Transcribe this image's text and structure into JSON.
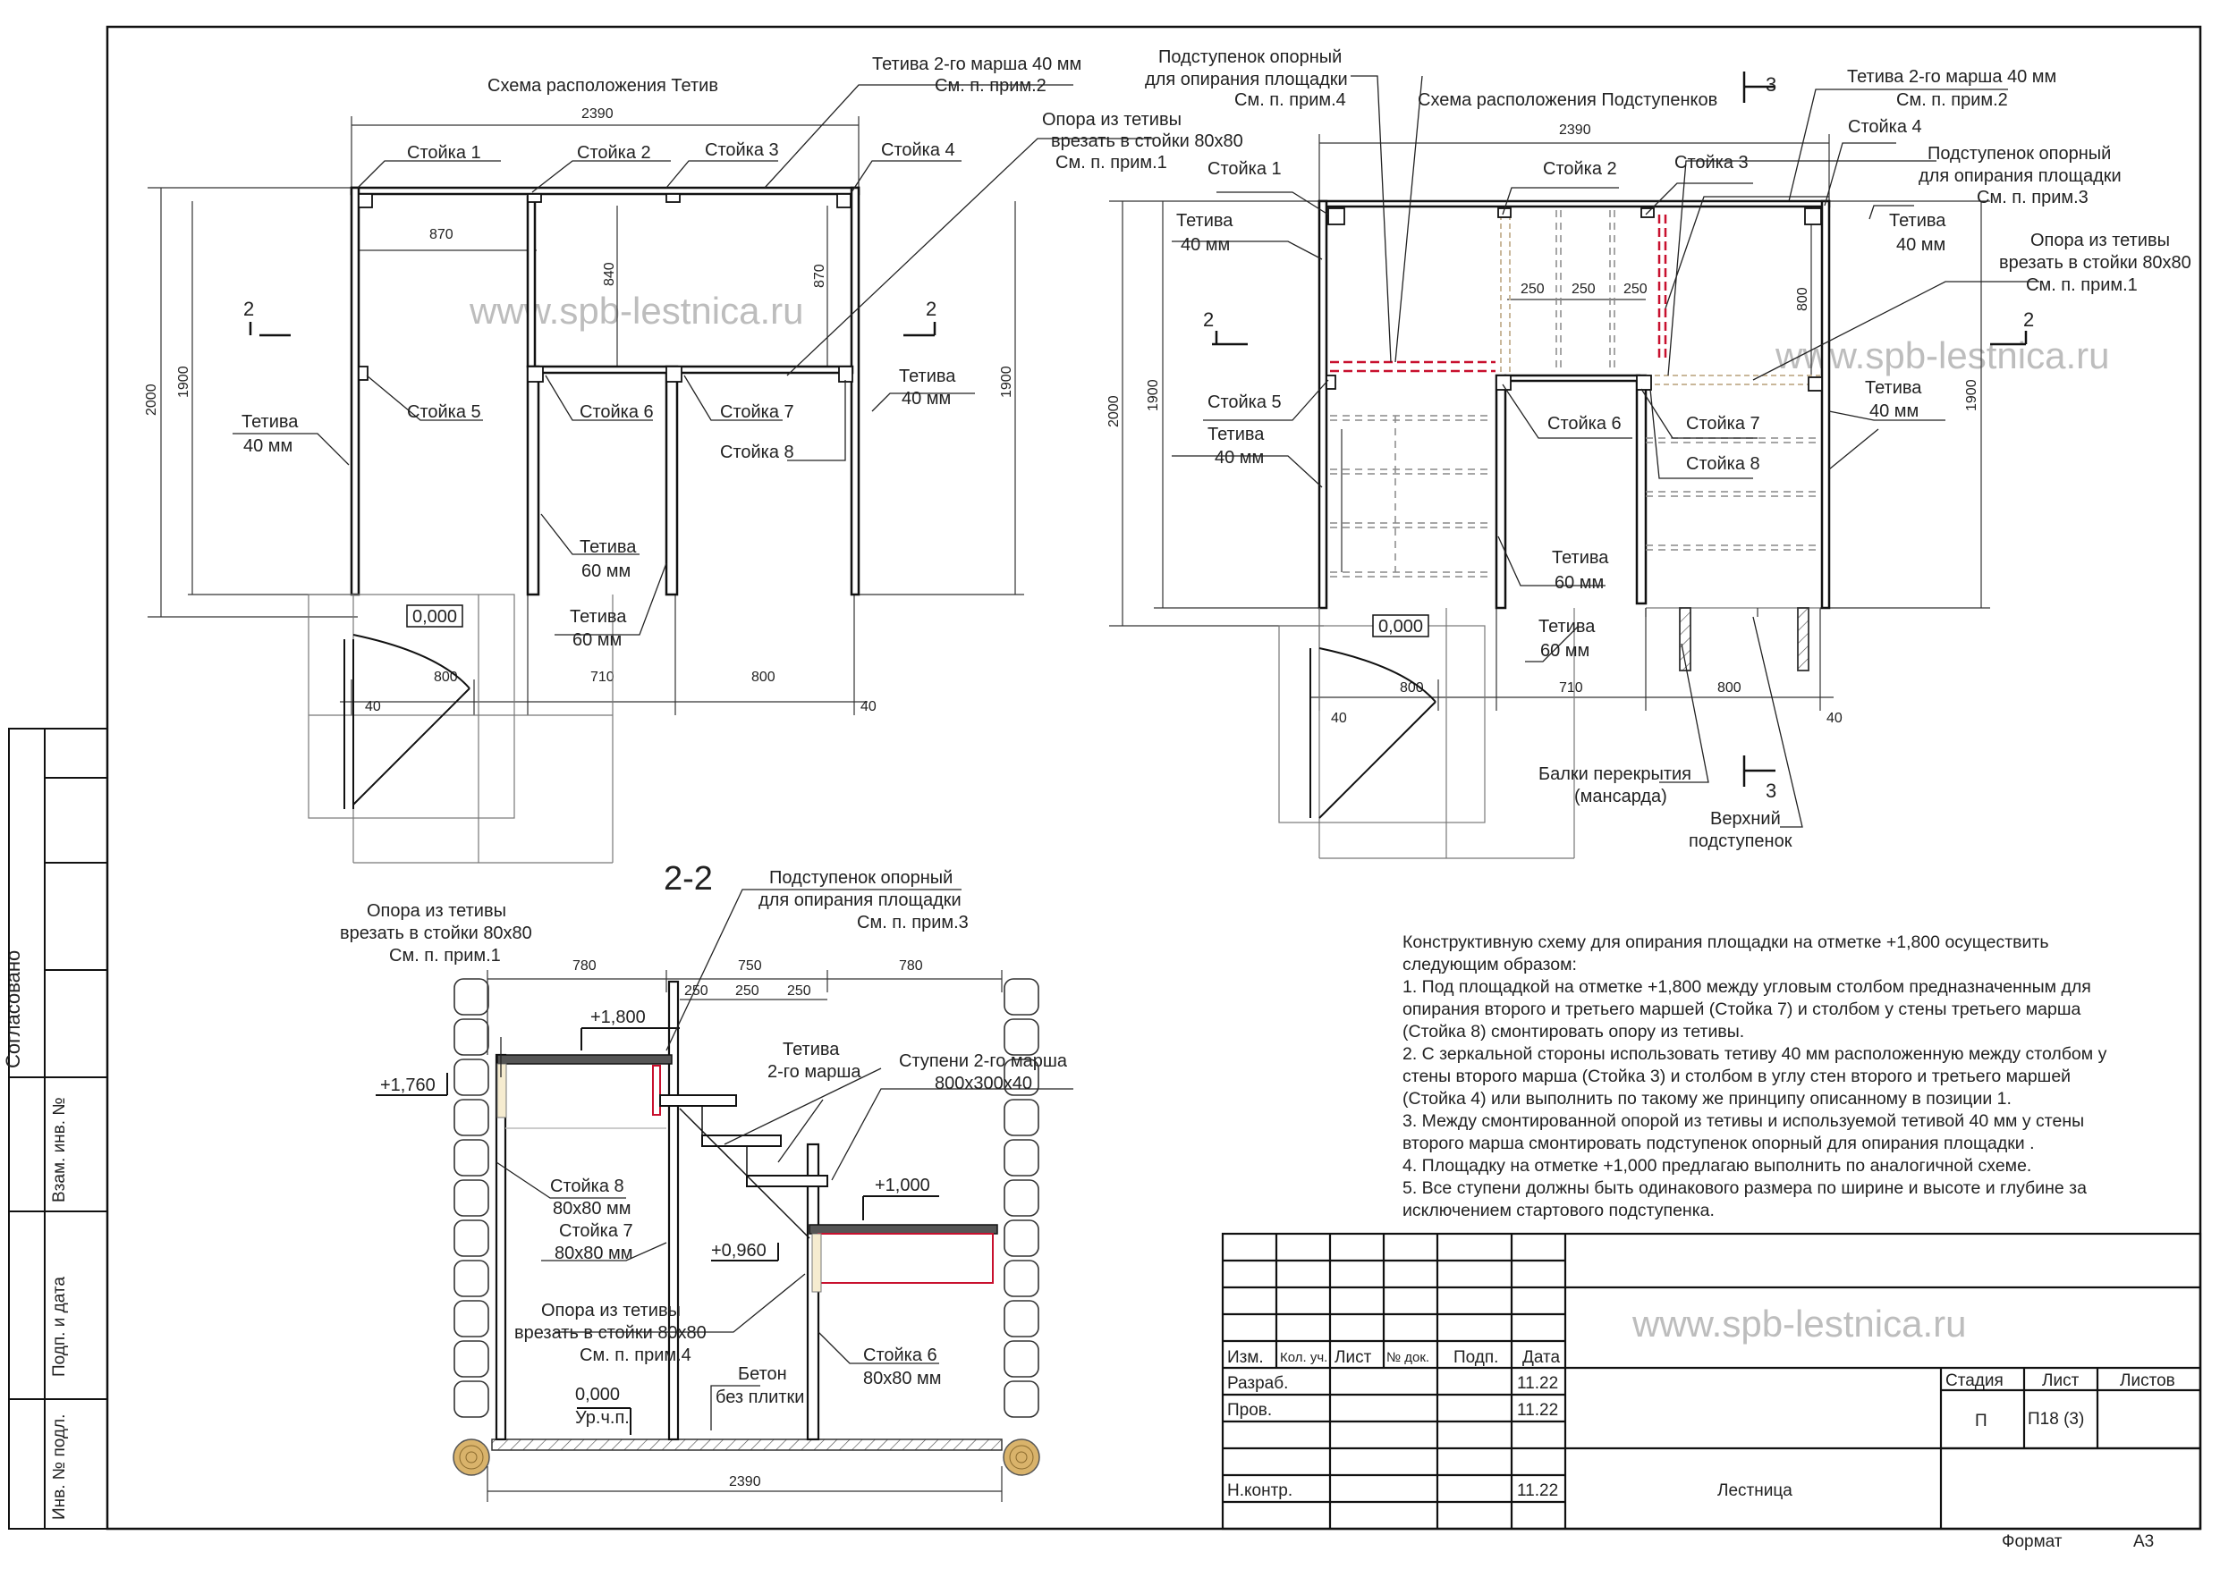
{
  "watermark": "www.spb-lestnica.ru",
  "left_plan": {
    "title": "Схема расположения Тетив",
    "labels": {
      "tetiva2": [
        "Тетива 2-го марша 40 мм",
        "См. п. прим.2"
      ],
      "opora": [
        "Опора из тетивы",
        "врезать в стойки 80х80",
        "См. п. прим.1"
      ],
      "s1": "Стойка 1",
      "s2": "Стойка 2",
      "s3": "Стойка 3",
      "s4": "Стойка 4",
      "s5": "Стойка 5",
      "s6": "Стойка 6",
      "s7": "Стойка 7",
      "s8": "Стойка 8",
      "tet40l": [
        "Тетива",
        "40 мм"
      ],
      "tet40r": [
        "Тетива",
        "40 мм"
      ],
      "tet60a": [
        "Тетива",
        "60 мм"
      ],
      "tet60b": [
        "Тетива",
        "60 мм"
      ],
      "zero": "0,000"
    },
    "dims": {
      "w2390": "2390",
      "w870": "870",
      "h840": "840",
      "h870": "870",
      "h2000": "2000",
      "h1900l": "1900",
      "h1900r": "1900",
      "w800a": "800",
      "w710": "710",
      "w800b": "800",
      "w40a": "40",
      "w40b": "40"
    },
    "section_mark": "2"
  },
  "right_plan": {
    "title": "Схема расположения Подступенков",
    "labels": {
      "podst4": [
        "Подступенок опорный",
        "для опирания площадки",
        "См. п. прим.4"
      ],
      "tetiva2": [
        "Тетива 2-го марша 40 мм",
        "См. п. прим.2"
      ],
      "podst3": [
        "Подступенок опорный",
        "для опирания площадки",
        "См. п. прим.3"
      ],
      "opora": [
        "Опора из тетивы",
        "врезать в стойки 80х80",
        "См. п. прим.1"
      ],
      "s1": "Стойка 1",
      "s2": "Стойка 2",
      "s3": "Стойка 3",
      "s4": "Стойка 4",
      "s5": "Стойка 5",
      "s6": "Стойка 6",
      "s7": "Стойка 7",
      "s8": "Стойка 8",
      "tetl1": [
        "Тетива",
        "40 мм"
      ],
      "tetl2": [
        "Тетива",
        "40 мм"
      ],
      "tetr1": [
        "Тетива",
        "40 мм"
      ],
      "tetr2": [
        "Тетива",
        "40 мм"
      ],
      "tet60a": [
        "Тетива",
        "60 мм"
      ],
      "tet60b": [
        "Тетива",
        "60 мм"
      ],
      "balki": [
        "Балки перекрытия",
        "(мансарда)"
      ],
      "verh": [
        "Верхний",
        "подступенок"
      ],
      "zero": "0,000"
    },
    "dims": {
      "w2390": "2390",
      "d250": "250",
      "h800": "800",
      "h2000": "2000",
      "h1900l": "1900",
      "h1900r": "1900",
      "w800a": "800",
      "w710": "710",
      "w800b": "800",
      "w40a": "40",
      "w40b": "40"
    },
    "section_mark": "3"
  },
  "section": {
    "title": "2-2",
    "labels": {
      "podst": [
        "Подступенок опорный",
        "для опирания площадки",
        "См. п. прим.3"
      ],
      "opora1": [
        "Опора из тетивы",
        "врезать в стойки 80х80",
        "См. п. прим.1"
      ],
      "tetiva2": [
        "Тетива",
        "2-го марша"
      ],
      "stupeni": [
        "Ступени 2-го марша",
        "800х300х40"
      ],
      "s8": [
        "Стойка 8",
        "80х80 мм"
      ],
      "s7": [
        "Стойка 7",
        "80х80 мм"
      ],
      "opora4": [
        "Опора из тетивы",
        "врезать в стойки 80х80",
        "См. п. прим.4"
      ],
      "beton": [
        "Бетон",
        "без плитки"
      ],
      "s6": [
        "Стойка 6",
        "80х80 мм"
      ],
      "ur": [
        "0,000",
        "Ур.ч.п."
      ]
    },
    "elev": {
      "e1800": "+1,800",
      "e1760": "+1,760",
      "e1000": "+1,000",
      "e960": "+0,960"
    },
    "dims": {
      "d780a": "780",
      "d750": "750",
      "d780b": "780",
      "d250": "250",
      "d2390": "2390"
    }
  },
  "notes": [
    "Конструктивную схему для опирания площадки на отметке  +1,800 осуществить",
    "следующим образом:",
    "1. Под площадкой на отметке +1,800 между угловым столбом предназначенным для",
    "опирания второго и третьего маршей  (Стойка 7) и столбом у стены третьего марша",
    "(Стойка 8) смонтировать опору из тетивы.",
    "2. С зеркальной стороны использовать тетиву 40 мм расположенную между столбом у",
    "стены второго марша (Стойка 3) и столбом в углу стен второго и третьего маршей",
    "(Стойка 4) или выполнить по такому же принципу описанному в позиции  1.",
    "3. Между смонтированной опорой из тетивы и используемой тетивой 40 мм у стены",
    "второго марша смонтировать подступенок опорный для опирания площадки .",
    "4. Площадку на отметке +1,000 предлагаю выполнить по аналогичной схеме.",
    "5. Все ступени должны быть одинакового размера по ширине и высоте и глубине за",
    "исключением стартового подступенка."
  ],
  "title_block": {
    "headers": {
      "izm": "Изм.",
      "kol": "Кол. уч.",
      "list": "Лист",
      "ndok": "№ док.",
      "podp": "Подп.",
      "data": "Дата"
    },
    "razrab": "Разраб.",
    "prov": "Пров.",
    "nkontr": "Н.контр.",
    "d1": "11.22",
    "d2": "11.22",
    "d3": "11.22",
    "stadia_h": "Стадия",
    "list_h": "Лист",
    "listov_h": "Листов",
    "stadia": "П",
    "list_v": "П18 (3)",
    "name": "Лестница",
    "format_l": "Формат",
    "format_v": "А3"
  },
  "side_stamp": {
    "soglas": "Согласовано",
    "vzam": "Взам. инв. №",
    "podp": "Подп. и дата",
    "inv": "Инв. № подл."
  }
}
